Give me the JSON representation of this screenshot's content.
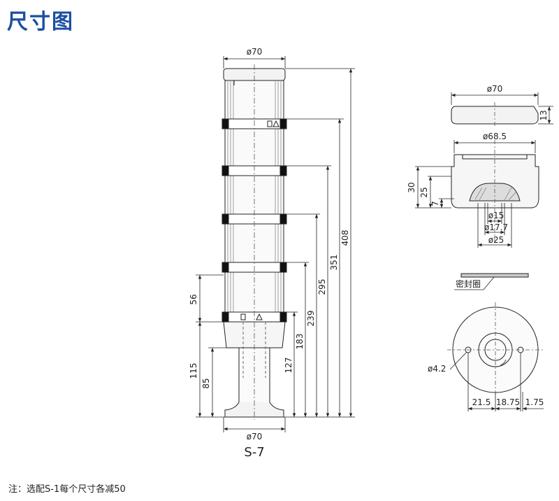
{
  "title": "尺寸图",
  "note": "注：选配S-1每个尺寸各减50",
  "model": "S-7",
  "main_view": {
    "top_diameter": "ø70",
    "bottom_diameter": "ø70",
    "heights": [
      "408",
      "351",
      "295",
      "239",
      "183",
      "127"
    ],
    "left_dims": [
      "56",
      "115",
      "85"
    ]
  },
  "cap_view": {
    "diameter": "ø70",
    "height": "13"
  },
  "base_view": {
    "diameter": "ø68.5",
    "height_total": "30",
    "height_inner": "25",
    "height_small": "7",
    "hole_d1": "ø15",
    "hole_d2": "ø17.7",
    "hole_d3": "ø25"
  },
  "gasket_view": {
    "label": "密封圈"
  },
  "mount_view": {
    "hole_diameter": "ø4.2",
    "spacing": [
      "21.5",
      "18.75",
      "1.75"
    ]
  }
}
